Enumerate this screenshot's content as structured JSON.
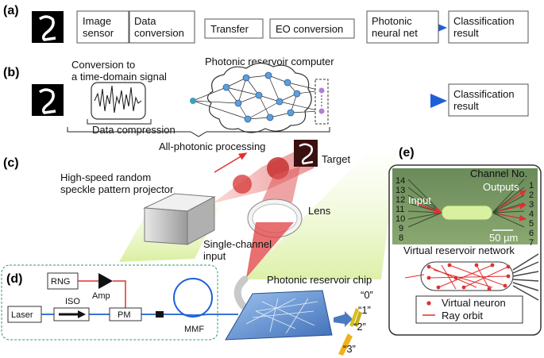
{
  "panels": {
    "a": "(a)",
    "b": "(b)",
    "c": "(c)",
    "d": "(d)",
    "e": "(e)"
  },
  "panel_a": {
    "boxes": [
      "Image\nsensor",
      "Data\nconversion",
      "Transfer",
      "EO conversion",
      "Photonic\nneural net",
      "Classification\nresult"
    ]
  },
  "panel_b": {
    "conversion_label": "Conversion to\na time-domain signal",
    "reservoir_title": "Photonic reservoir computer",
    "data_compression": "Data compression",
    "result_box": "Classification\nresult",
    "all_photonic": "All-photonic processing"
  },
  "panel_c": {
    "projector_label": "High-speed random\nspeckle pattern projector",
    "target": "Target",
    "lens": "Lens",
    "single_channel": "Single-channel\ninput",
    "chip_label": "Photonic reservoir chip",
    "class_labels": [
      "“0”",
      "“1”",
      "“2”",
      "“3”"
    ]
  },
  "panel_d": {
    "rng": "RNG",
    "amp": "Amp",
    "laser": "Laser",
    "iso": "ISO",
    "pm": "PM",
    "mmf": "MMF"
  },
  "panel_e": {
    "channel_no": "Channel No.",
    "left_channels": [
      "14",
      "13",
      "12",
      "11",
      "10",
      "9",
      "8"
    ],
    "right_channels": [
      "1",
      "2",
      "3",
      "4",
      "5",
      "6",
      "7"
    ],
    "input": "Input",
    "outputs": "Outputs",
    "scale": "50 µm",
    "network_title": "Virtual reservoir network",
    "legend_neuron": "Virtual neuron",
    "legend_orbit": "Ray orbit"
  },
  "colors": {
    "fiber": "#3a7bd5",
    "cyan": "#7fdfe8",
    "red": "#e03030",
    "green_region": "#c8e86a",
    "chip_blue": "#5f8fcf"
  }
}
